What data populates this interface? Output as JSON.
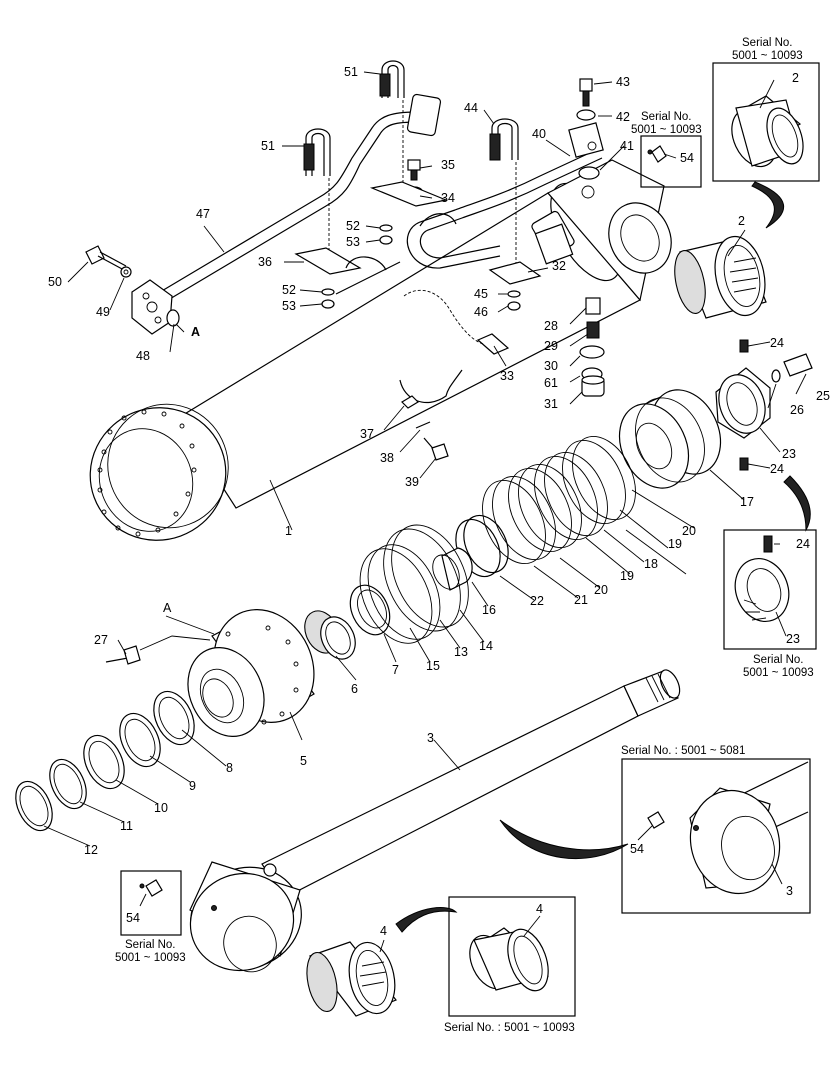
{
  "parts": [
    {
      "num": "1"
    },
    {
      "num": "2"
    },
    {
      "num": "2"
    },
    {
      "num": "3"
    },
    {
      "num": "3"
    },
    {
      "num": "4"
    },
    {
      "num": "4"
    },
    {
      "num": "5"
    },
    {
      "num": "6"
    },
    {
      "num": "7"
    },
    {
      "num": "8"
    },
    {
      "num": "9"
    },
    {
      "num": "10"
    },
    {
      "num": "11"
    },
    {
      "num": "12"
    },
    {
      "num": "13"
    },
    {
      "num": "14"
    },
    {
      "num": "15"
    },
    {
      "num": "16"
    },
    {
      "num": "17"
    },
    {
      "num": "18"
    },
    {
      "num": "19"
    },
    {
      "num": "19"
    },
    {
      "num": "20"
    },
    {
      "num": "20"
    },
    {
      "num": "21"
    },
    {
      "num": "22"
    },
    {
      "num": "23"
    },
    {
      "num": "23"
    },
    {
      "num": "24"
    },
    {
      "num": "24"
    },
    {
      "num": "24"
    },
    {
      "num": "25"
    },
    {
      "num": "26"
    },
    {
      "num": "27"
    },
    {
      "num": "28"
    },
    {
      "num": "29"
    },
    {
      "num": "30"
    },
    {
      "num": "31"
    },
    {
      "num": "32"
    },
    {
      "num": "33"
    },
    {
      "num": "34"
    },
    {
      "num": "35"
    },
    {
      "num": "36"
    },
    {
      "num": "37"
    },
    {
      "num": "38"
    },
    {
      "num": "39"
    },
    {
      "num": "40"
    },
    {
      "num": "41"
    },
    {
      "num": "42"
    },
    {
      "num": "43"
    },
    {
      "num": "44"
    },
    {
      "num": "45"
    },
    {
      "num": "46"
    },
    {
      "num": "47"
    },
    {
      "num": "48"
    },
    {
      "num": "49"
    },
    {
      "num": "50"
    },
    {
      "num": "51"
    },
    {
      "num": "51"
    },
    {
      "num": "52"
    },
    {
      "num": "52"
    },
    {
      "num": "53"
    },
    {
      "num": "53"
    },
    {
      "num": "54"
    },
    {
      "num": "54"
    },
    {
      "num": "54"
    },
    {
      "num": "61"
    },
    {
      "num": "A"
    },
    {
      "num": "A"
    }
  ],
  "serial_notes": {
    "top_right_box": {
      "line1": "Serial No.",
      "line2": "5001 ~ 10093"
    },
    "grease_fitting_box": {
      "line1": "Serial No.",
      "line2": "5001 ~ 10093"
    },
    "nut_box": {
      "line1": "Serial No.",
      "line2": "5001 ~ 10093"
    },
    "rod_eye_box": {
      "line1": "Serial No. : 5001 ~ 5081"
    },
    "left_fitting_box": {
      "line1": "Serial No.",
      "line2": "5001 ~ 10093"
    },
    "bottom_bushing_box": {
      "line1": "Serial No. : 5001 ~ 10093"
    }
  }
}
